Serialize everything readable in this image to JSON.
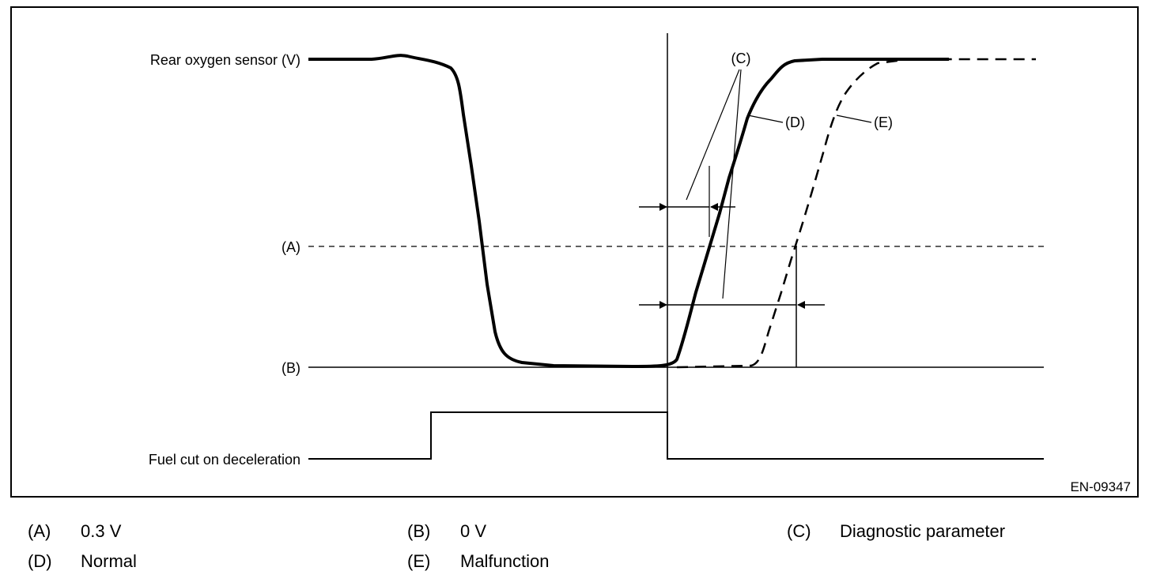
{
  "diagram": {
    "labels": {
      "rear_sensor": "Rear oxygen sensor (V)",
      "level_a": "(A)",
      "level_b": "(B)",
      "fuel_cut": "Fuel cut on deceleration",
      "callout_c": "(C)",
      "callout_d": "(D)",
      "callout_e": "(E)",
      "figure_id": "EN-09347"
    }
  },
  "legend": [
    {
      "key": "(A)",
      "value": "0.3 V"
    },
    {
      "key": "(B)",
      "value": "0 V"
    },
    {
      "key": "(C)",
      "value": "Diagnostic parameter"
    },
    {
      "key": "(D)",
      "value": "Normal"
    },
    {
      "key": "(E)",
      "value": "Malfunction"
    }
  ]
}
